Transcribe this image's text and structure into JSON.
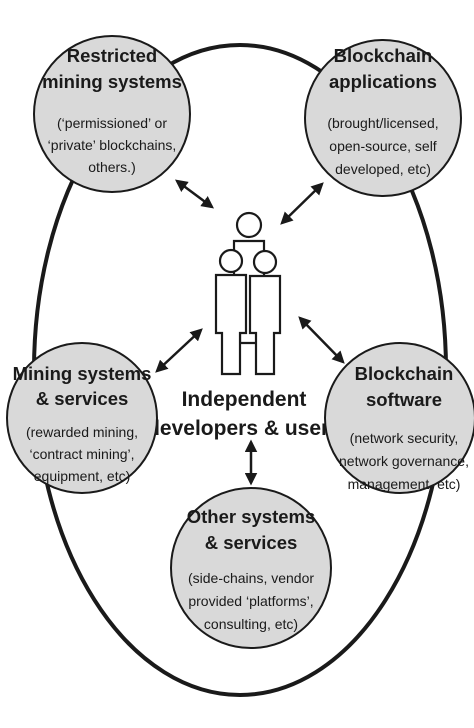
{
  "center": {
    "line1": "Independent",
    "line2": "developers & users"
  },
  "nodes": {
    "restricted_mining": {
      "title1": "Restricted",
      "title2": "mining systems",
      "desc1": "(‘permissioned’ or",
      "desc2": "‘private’ blockchains,",
      "desc3": "others.)"
    },
    "blockchain_applications": {
      "title1": "Blockchain",
      "title2": "applications",
      "desc1": "(brought/licensed,",
      "desc2": "open-source, self",
      "desc3": "developed, etc)"
    },
    "mining_services": {
      "title1": "Mining systems",
      "title2": "& services",
      "desc1": "(rewarded mining,",
      "desc2": "‘contract mining’,",
      "desc3": "equipment, etc)"
    },
    "blockchain_software": {
      "title1": "Blockchain",
      "title2": "software",
      "desc1": "(network security,",
      "desc2": "network governance,",
      "desc3": "management, etc)"
    },
    "other_systems": {
      "title1": "Other systems",
      "title2": "& services",
      "desc1": "(side-chains, vendor",
      "desc2": "provided ‘platforms’,",
      "desc3": "consulting, etc)"
    }
  },
  "colors": {
    "node_fill": "#d9d9d9",
    "stroke": "#1a1a1a",
    "background": "#ffffff"
  }
}
